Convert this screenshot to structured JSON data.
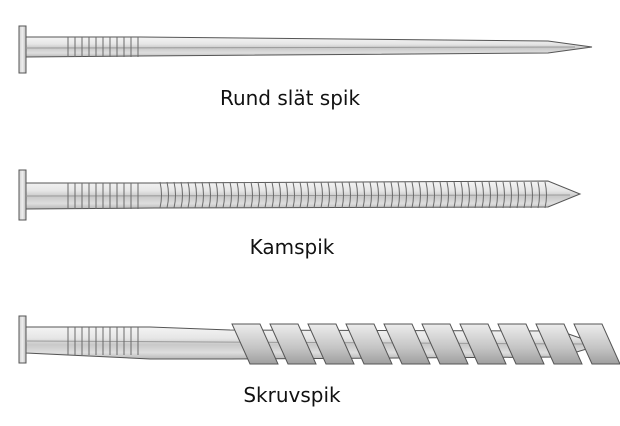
{
  "diagram": {
    "nails": [
      {
        "label": "Rund slät spik",
        "shank": "smooth"
      },
      {
        "label": "Kamspik",
        "shank": "ringed"
      },
      {
        "label": "Skruvspik",
        "shank": "twisted"
      }
    ],
    "colors": {
      "metal_light": "#f2f2f2",
      "metal_mid": "#d6d6d6",
      "metal_dark": "#a9a9a9",
      "outline": "#555555",
      "text": "#111111"
    }
  }
}
